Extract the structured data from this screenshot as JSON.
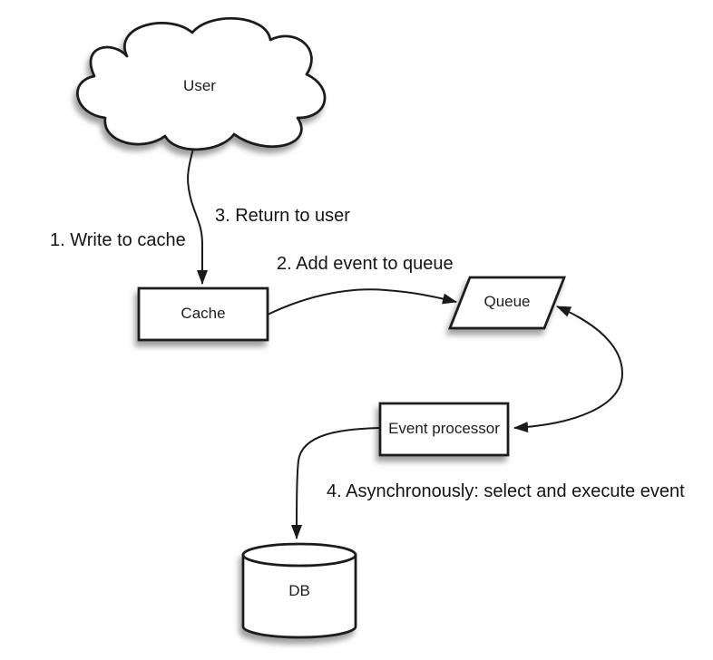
{
  "colors": {
    "stroke": "#1a1a1a",
    "node_fill": "#ffffff",
    "text": "#1d1d1d",
    "background": "#ffffff"
  },
  "diagram": {
    "nodes": [
      {
        "id": "user",
        "label": "User",
        "shape": "cloud"
      },
      {
        "id": "cache",
        "label": "Cache",
        "shape": "rectangle"
      },
      {
        "id": "queue",
        "label": "Queue",
        "shape": "parallelogram"
      },
      {
        "id": "event-processor",
        "label": "Event processor",
        "shape": "rectangle"
      },
      {
        "id": "db",
        "label": "DB",
        "shape": "cylinder"
      }
    ],
    "edges": [
      {
        "from": "user",
        "to": "cache",
        "label": "1. Write to cache",
        "direction": "one-way"
      },
      {
        "from": "cache",
        "to": "queue",
        "label": "2. Add event to queue",
        "direction": "one-way"
      },
      {
        "from": "cache",
        "to": "user",
        "label": "3. Return to user",
        "direction": "one-way"
      },
      {
        "from": "queue",
        "to": "event-processor",
        "label": "",
        "direction": "two-way"
      },
      {
        "from": "event-processor",
        "to": "db",
        "label": "4. Asynchronously: select and execute event",
        "direction": "one-way"
      }
    ]
  }
}
